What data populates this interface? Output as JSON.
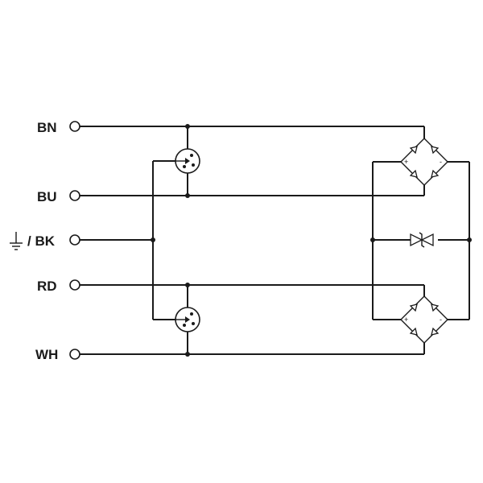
{
  "terminals": [
    {
      "id": "bn",
      "label": "BN"
    },
    {
      "id": "bu",
      "label": "BU"
    },
    {
      "id": "bk",
      "label": "/ BK"
    },
    {
      "id": "rd",
      "label": "RD"
    },
    {
      "id": "wh",
      "label": "WH"
    }
  ],
  "bridge_marks": {
    "plus": "+",
    "minus": "-"
  },
  "icons": [
    "ground-icon",
    "lamp-icon",
    "bridge-rectifier-icon",
    "tvs-diode-icon"
  ]
}
